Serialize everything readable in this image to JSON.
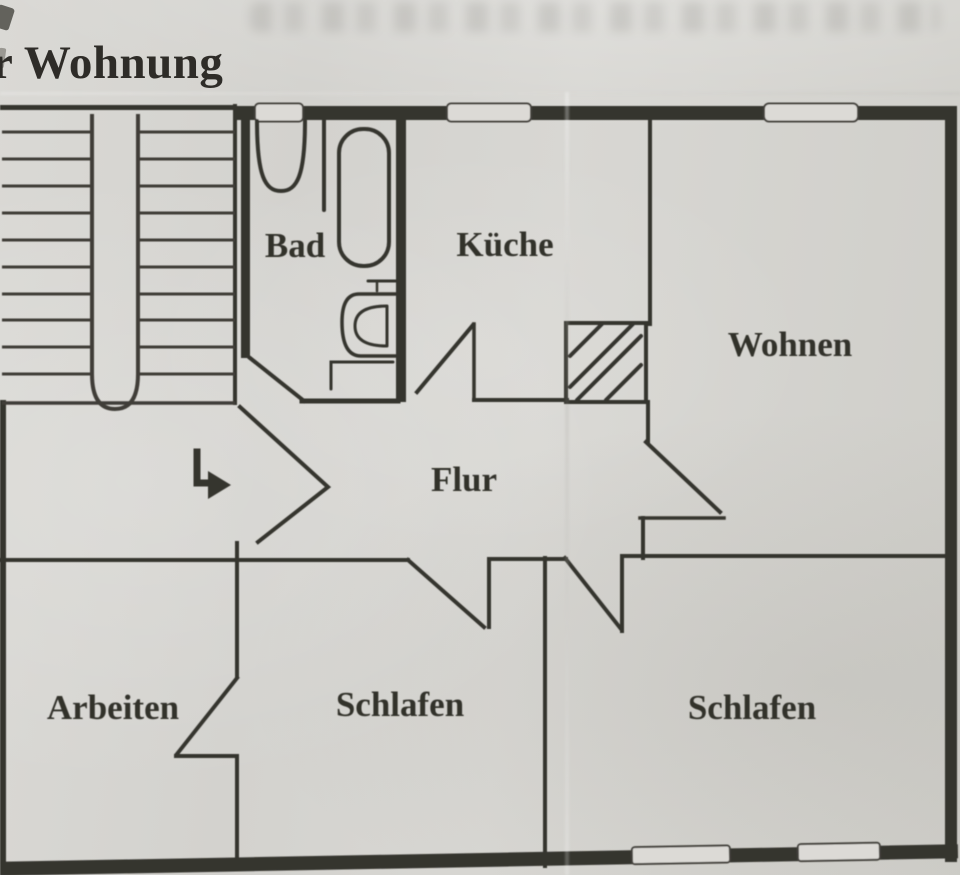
{
  "title": {
    "fragment": "r Wohnung"
  },
  "plan": {
    "rooms": {
      "bad": "Bad",
      "kueche": "Küche",
      "wohnen": "Wohnen",
      "flur": "Flur",
      "arbeiten": "Arbeiten",
      "schlafen_mitte": "Schlafen",
      "schlafen_rechts": "Schlafen"
    },
    "symbols": {
      "entrance_arrow": "entry-direction-arrow"
    },
    "colors": {
      "paper": "#d7d5d1",
      "ink": "#36342f"
    }
  }
}
